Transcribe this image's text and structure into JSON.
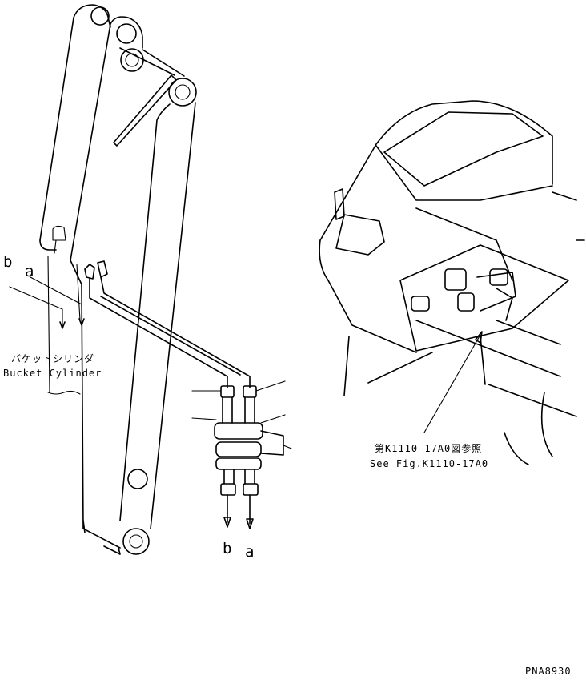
{
  "labels": {
    "left_b": "b",
    "left_a": "a",
    "cylinder_jp": "バケットシリンダ",
    "cylinder_en": "Bucket Cylinder",
    "port_b": "b",
    "port_a": "a",
    "ref_jp": "第K1110-17A0図参照",
    "ref_en": "See Fig.K1110-17A0",
    "drawing_code": "PNA8930"
  }
}
